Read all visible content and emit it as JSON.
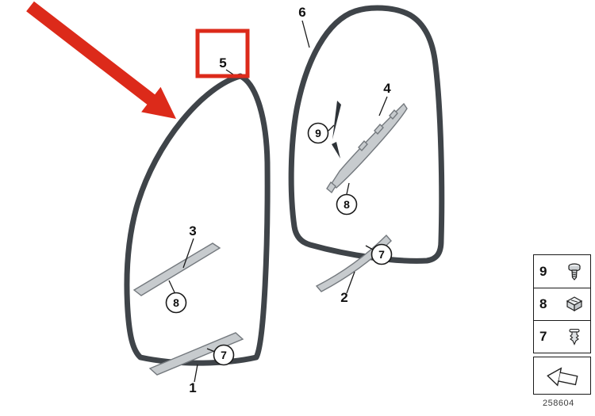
{
  "labels": {
    "item1": "1",
    "item2": "2",
    "item3": "3",
    "item4": "4",
    "item5": "5",
    "item6": "6"
  },
  "callouts": {
    "screw": "9",
    "clip_rear": "8",
    "clip_front": "8",
    "rivet_rear": "7",
    "rivet_front": "7"
  },
  "legend": {
    "rows": [
      {
        "label": "9",
        "icon": "screw-icon"
      },
      {
        "label": "8",
        "icon": "clip-icon"
      },
      {
        "label": "7",
        "icon": "expanding-rivet-icon"
      }
    ],
    "direction_icon": "wedge-arrow-icon"
  },
  "footer": {
    "part_number": "258604"
  },
  "colors": {
    "highlight_red": "#dc2a1a",
    "seal_stroke": "#3f4449",
    "trim_fill": "#c7cbce"
  }
}
